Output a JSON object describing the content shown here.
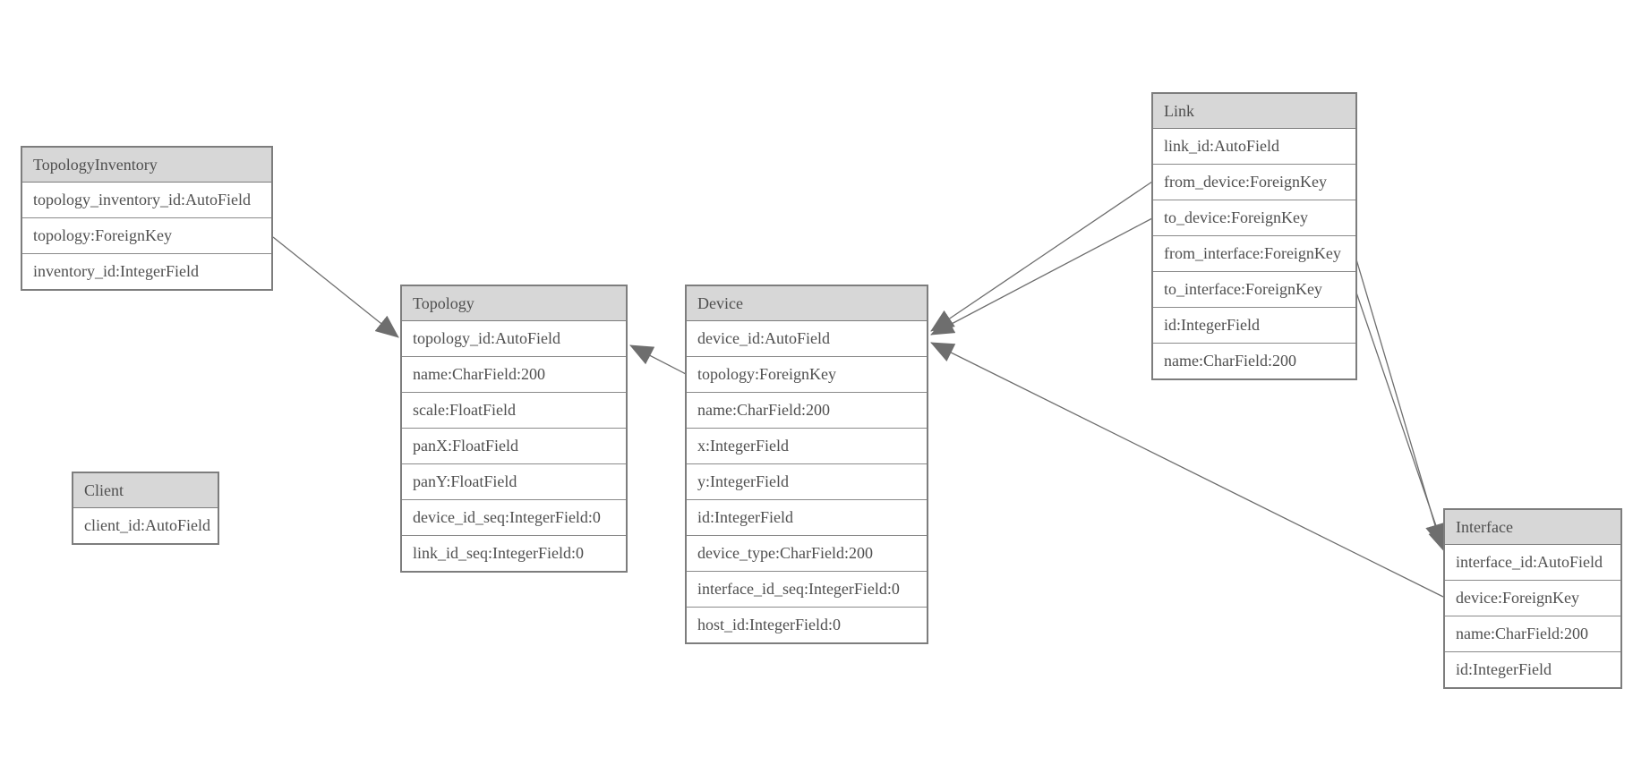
{
  "diagram": {
    "type": "entity-relationship-model",
    "colors": {
      "background": "#ffffff",
      "header_bg": "#d7d7d7",
      "border": "#7d7d7d",
      "row_divider": "#8a8a8a",
      "text": "#4f4f4f",
      "edge_line": "#6e6e6e",
      "arrowhead_fill": "#6e6e6e"
    },
    "entities": [
      {
        "name": "TopologyInventory",
        "fields": [
          "topology_inventory_id:AutoField",
          "topology:ForeignKey",
          "inventory_id:IntegerField"
        ]
      },
      {
        "name": "Topology",
        "fields": [
          "topology_id:AutoField",
          "name:CharField:200",
          "scale:FloatField",
          "panX:FloatField",
          "panY:FloatField",
          "device_id_seq:IntegerField:0",
          "link_id_seq:IntegerField:0"
        ]
      },
      {
        "name": "Client",
        "fields": [
          "client_id:AutoField"
        ]
      },
      {
        "name": "Device",
        "fields": [
          "device_id:AutoField",
          "topology:ForeignKey",
          "name:CharField:200",
          "x:IntegerField",
          "y:IntegerField",
          "id:IntegerField",
          "device_type:CharField:200",
          "interface_id_seq:IntegerField:0",
          "host_id:IntegerField:0"
        ]
      },
      {
        "name": "Link",
        "fields": [
          "link_id:AutoField",
          "from_device:ForeignKey",
          "to_device:ForeignKey",
          "from_interface:ForeignKey",
          "to_interface:ForeignKey",
          "id:IntegerField",
          "name:CharField:200"
        ]
      },
      {
        "name": "Interface",
        "fields": [
          "interface_id:AutoField",
          "device:ForeignKey",
          "name:CharField:200",
          "id:IntegerField"
        ]
      }
    ],
    "relationships": [
      {
        "from": "TopologyInventory.topology",
        "to": "Topology.topology_id"
      },
      {
        "from": "Device.topology",
        "to": "Topology.topology_id"
      },
      {
        "from": "Link.from_device",
        "to": "Device.device_id"
      },
      {
        "from": "Link.to_device",
        "to": "Device.device_id"
      },
      {
        "from": "Link.from_interface",
        "to": "Interface.interface_id"
      },
      {
        "from": "Link.to_interface",
        "to": "Interface.interface_id"
      },
      {
        "from": "Interface.device",
        "to": "Device.device_id"
      }
    ]
  }
}
